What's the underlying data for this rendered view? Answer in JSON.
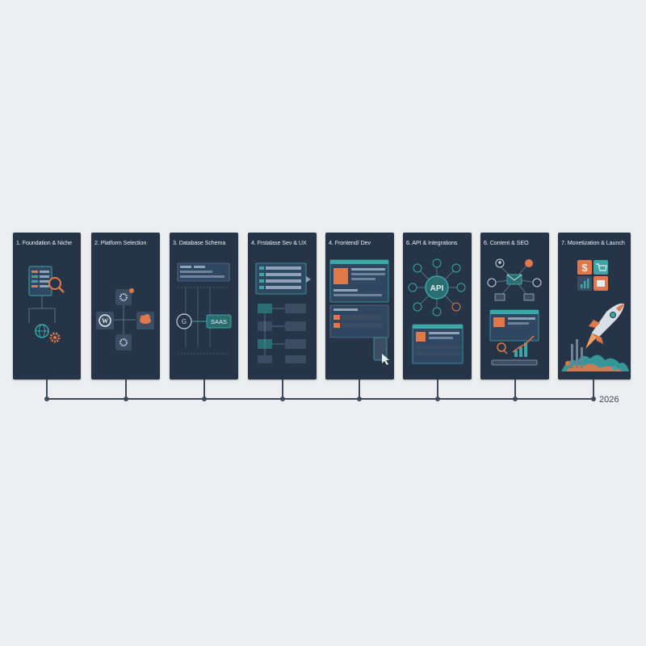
{
  "steps": [
    {
      "label": "1. Foundation & Niche"
    },
    {
      "label": "2. Platform Selection"
    },
    {
      "label": "3. Database Schema"
    },
    {
      "label": "4. Frstalase Sev & UX"
    },
    {
      "label": "4. Frontend/ Dev"
    },
    {
      "label": "6. API & Integrations"
    },
    {
      "label": "6. Content & SEO"
    },
    {
      "label": "7. Monetization & Launch"
    }
  ],
  "timeline": {
    "year": "2026"
  },
  "card_text": {
    "saas": "SAAS",
    "api": "API",
    "dollar": "$"
  },
  "colors": {
    "card": "#263448",
    "accent_teal": "#3aa7a6",
    "accent_orange": "#e0784a",
    "line": "#3d4a5c",
    "background": "#eceef1"
  },
  "icons": [
    "search-icon",
    "globe-icon",
    "gear-icon",
    "wordpress-icon",
    "cloud-icon",
    "database-icon",
    "api-hub-icon",
    "browser-icon",
    "cursor-icon",
    "mail-icon",
    "location-pin-icon",
    "chart-icon",
    "dollar-icon",
    "cart-icon",
    "rocket-icon"
  ]
}
